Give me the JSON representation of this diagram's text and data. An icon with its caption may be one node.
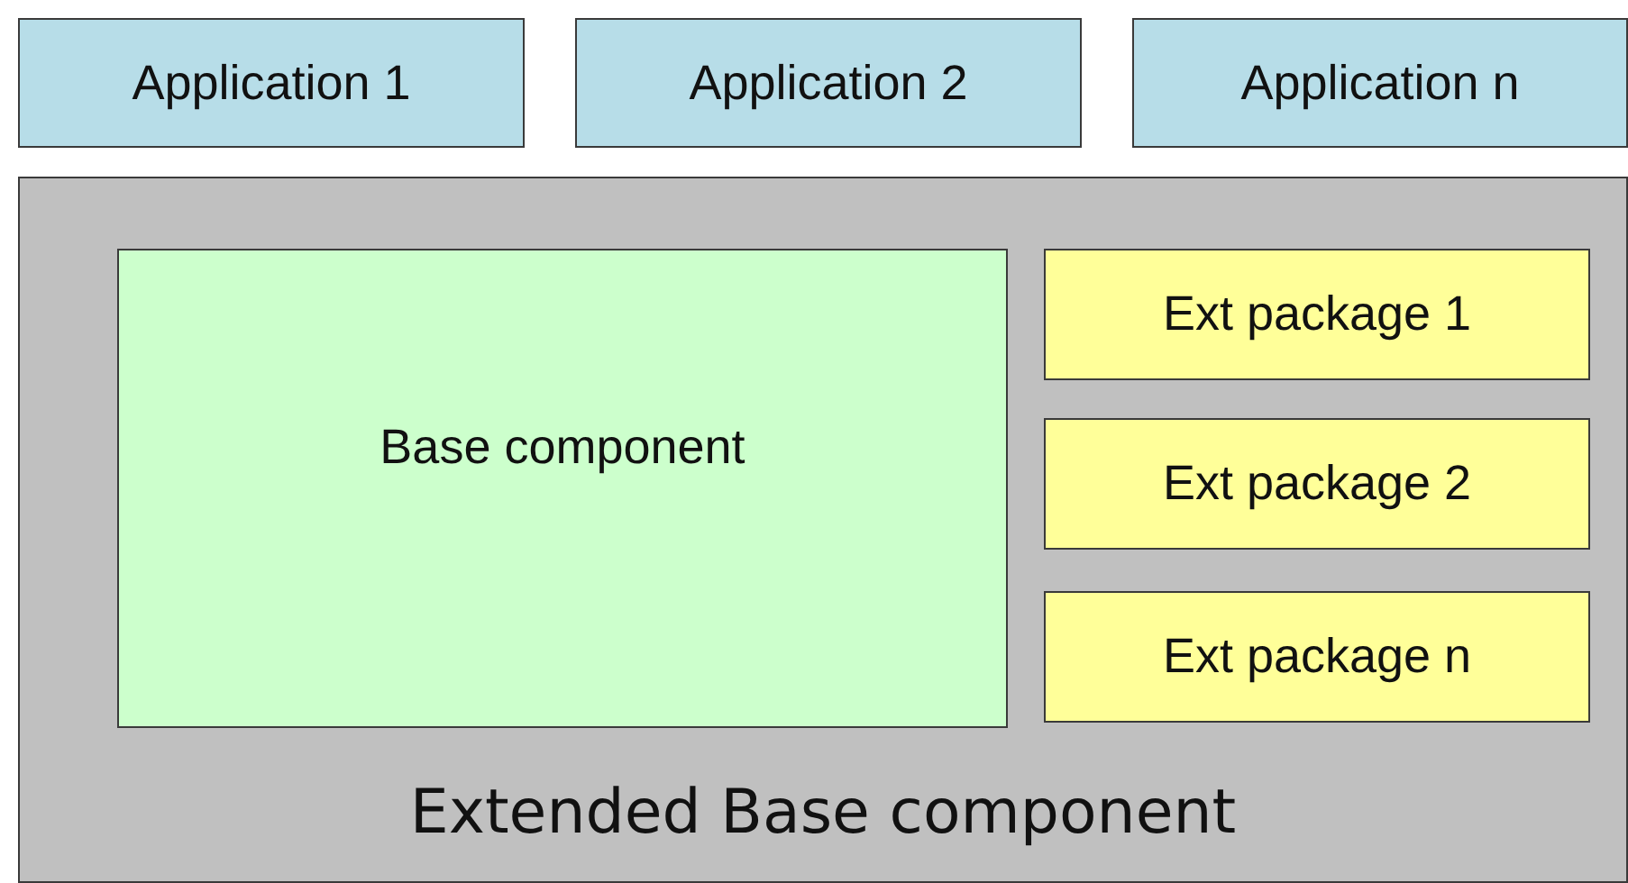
{
  "diagram": {
    "nodes": [
      {
        "text": [
          "Application 1"
        ]
      },
      {
        "text": [
          "Application 2"
        ]
      },
      {
        "text": [
          "Application n"
        ]
      },
      {
        "text": [
          "Extended Base component"
        ]
      },
      {
        "text": [
          "Base component"
        ],
        "in": 3
      },
      {
        "text": [
          "Ext package 1"
        ],
        "in": 3
      },
      {
        "text": [
          "Ext package 2"
        ],
        "in": 3
      },
      {
        "text": [
          "Ext package n"
        ],
        "in": 3
      }
    ]
  }
}
